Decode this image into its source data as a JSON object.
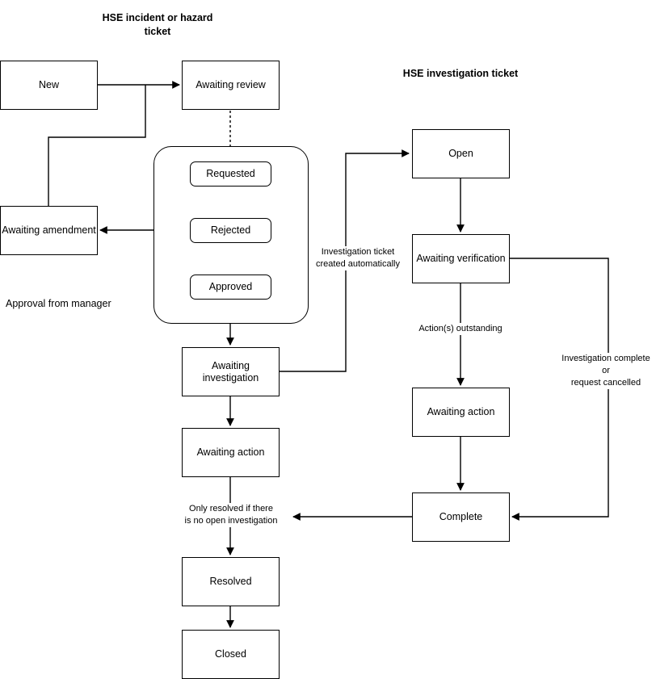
{
  "diagram": {
    "type": "flowchart",
    "titles": [
      {
        "id": "title-incident",
        "text": "HSE incident or hazard ticket"
      },
      {
        "id": "title-investigation",
        "text": "HSE investigation ticket"
      }
    ],
    "nodes": [
      {
        "id": "new",
        "label": "New"
      },
      {
        "id": "awaiting-review",
        "label": "Awaiting review"
      },
      {
        "id": "awaiting-amendment",
        "label": "Awaiting amendment"
      },
      {
        "id": "requested",
        "label": "Requested"
      },
      {
        "id": "rejected",
        "label": "Rejected"
      },
      {
        "id": "approved",
        "label": "Approved"
      },
      {
        "id": "awaiting-investigation",
        "label": "Awaiting investigation"
      },
      {
        "id": "awaiting-action-left",
        "label": "Awaiting action"
      },
      {
        "id": "resolved",
        "label": "Resolved"
      },
      {
        "id": "closed",
        "label": "Closed"
      },
      {
        "id": "open",
        "label": "Open"
      },
      {
        "id": "awaiting-verification",
        "label": "Awaiting verification"
      },
      {
        "id": "awaiting-action-right",
        "label": "Awaiting action"
      },
      {
        "id": "complete",
        "label": "Complete"
      }
    ],
    "group_label": "Approval from manager",
    "edge_labels": [
      {
        "id": "investigation-created",
        "text": "Investigation ticket\ncreated automatically"
      },
      {
        "id": "actions-outstanding",
        "text": "Action(s) outstanding"
      },
      {
        "id": "investigation-complete",
        "text": "Investigation complete\nor\nrequest cancelled"
      },
      {
        "id": "only-resolved",
        "text": "Only resolved if there\nis no open investigation"
      }
    ],
    "colors": {
      "stroke": "#000000",
      "fill": "#ffffff",
      "text": "#000000"
    }
  }
}
